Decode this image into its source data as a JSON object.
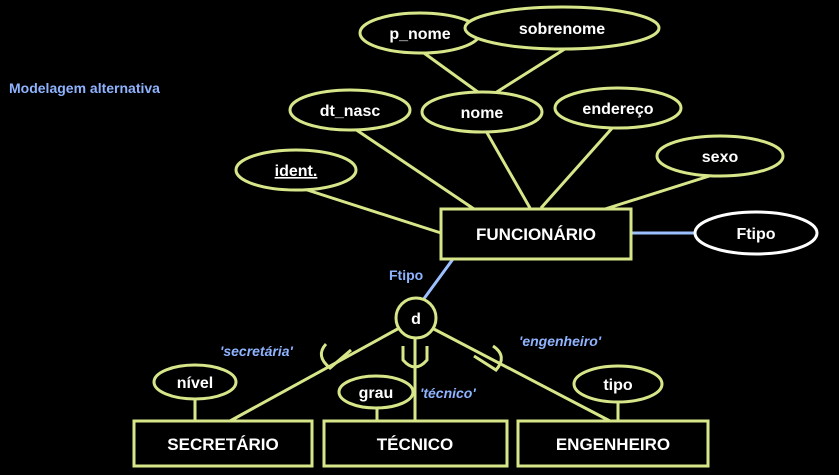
{
  "page": {
    "title": "Modelagem alternativa"
  },
  "colors": {
    "background": "#000000",
    "stroke_yellow": "#d8e68a",
    "stroke_blue": "#9cc0ff",
    "title_blue": "#8fb4ff"
  },
  "diagram": {
    "entity_main": "FUNCIONÁRIO",
    "attributes": {
      "p_nome": "p_nome",
      "sobrenome": "sobrenome",
      "nome": "nome",
      "dt_nasc": "dt_nasc",
      "endereco": "endereço",
      "sexo": "sexo",
      "ident": "ident.",
      "ftipo_attr": "Ftipo"
    },
    "specialization": {
      "discriminator_label": "Ftipo",
      "symbol": "d",
      "cond_secretaria": "'secretária'",
      "cond_tecnico": "'técnico'",
      "cond_engenheiro": "'engenheiro'"
    },
    "subclasses": {
      "secretario": "SECRETÁRIO",
      "tecnico": "TÉCNICO",
      "engenheiro": "ENGENHEIRO"
    },
    "subclass_attributes": {
      "nivel": "nível",
      "grau": "grau",
      "tipo": "tipo"
    }
  }
}
